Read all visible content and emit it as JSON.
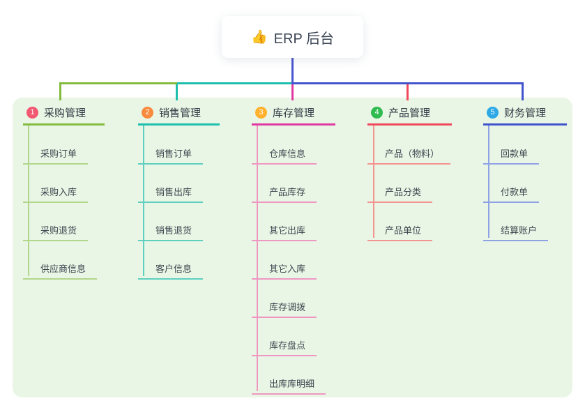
{
  "root_node": {
    "icon": "thumbs-up-icon",
    "emoji": "👍",
    "label": "ERP 后台"
  },
  "colors": {
    "page_background": "#ffffff",
    "panel_background": "#e9f6e5",
    "stem": "#4a56d0",
    "title_text": "#333a45",
    "child_text": "#3f4650"
  },
  "branches": [
    {
      "badge": "1",
      "label": "采购管理",
      "badge_color": "#f25871",
      "accent": "#84bb3f",
      "light": "#b2d68b",
      "children": [
        "采购订单",
        "采购入库",
        "采购退货",
        "供应商信息"
      ]
    },
    {
      "badge": "2",
      "label": "销售管理",
      "badge_color": "#f98a3d",
      "accent": "#1fbfae",
      "light": "#5fcfc0",
      "children": [
        "销售订单",
        "销售出库",
        "销售退货",
        "客户信息"
      ]
    },
    {
      "badge": "3",
      "label": "库存管理",
      "badge_color": "#ffb02c",
      "accent": "#e03aa2",
      "light": "#ef97c3",
      "children": [
        "仓库信息",
        "产品库存",
        "其它出库",
        "其它入库",
        "库存调拨",
        "库存盘点",
        "出库库明细"
      ]
    },
    {
      "badge": "4",
      "label": "产品管理",
      "badge_color": "#2fbb4f",
      "accent": "#f1495c",
      "light": "#f5938f",
      "children": [
        "产品（物料）",
        "产品分类",
        "产品单位"
      ]
    },
    {
      "badge": "5",
      "label": "财务管理",
      "badge_color": "#2ea9e6",
      "accent": "#4154cb",
      "light": "#8fa2e6",
      "children": [
        "回款单",
        "付款单",
        "结算账户"
      ]
    }
  ]
}
